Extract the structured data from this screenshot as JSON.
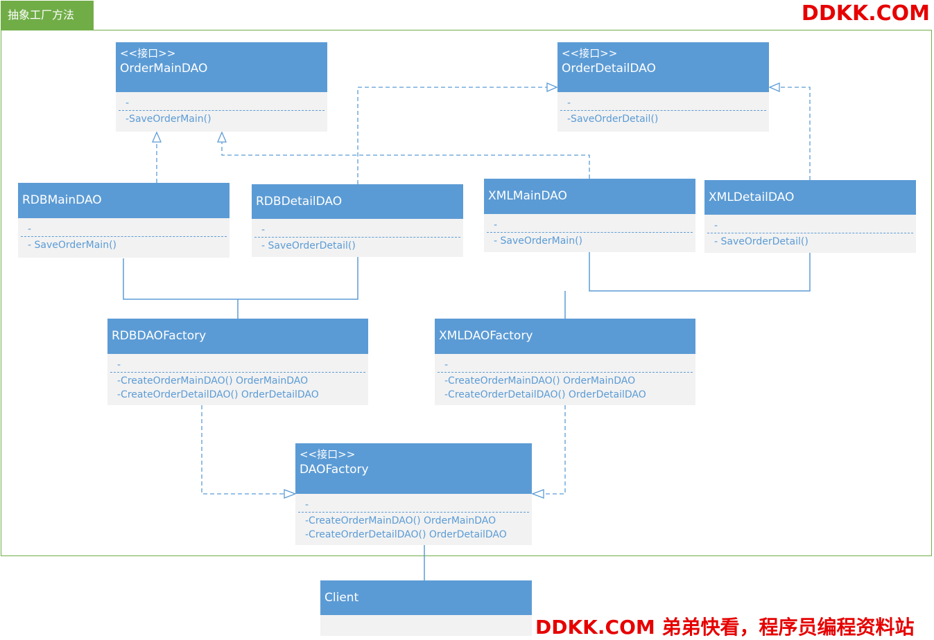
{
  "frame": {
    "title": "抽象工厂方法"
  },
  "watermarks": {
    "top": "DDKK.COM",
    "bottom": "DDKK.COM 弟弟快看，程序员编程资料站"
  },
  "classes": {
    "order_main_dao": {
      "stereotype": "<<接口>>",
      "name": "OrderMainDAO",
      "attr": "-",
      "ops": [
        "-SaveOrderMain()"
      ]
    },
    "order_detail_dao": {
      "stereotype": "<<接口>>",
      "name": "OrderDetailDAO",
      "attr": "-",
      "ops": [
        "-SaveOrderDetail()"
      ]
    },
    "rdb_main_dao": {
      "name": "RDBMainDAO",
      "attr": "-",
      "ops": [
        "- SaveOrderMain()"
      ]
    },
    "rdb_detail_dao": {
      "name": "RDBDetailDAO",
      "attr": "-",
      "ops": [
        "- SaveOrderDetail()"
      ]
    },
    "xml_main_dao": {
      "name": "XMLMainDAO",
      "attr": "-",
      "ops": [
        "- SaveOrderMain()"
      ]
    },
    "xml_detail_dao": {
      "name": "XMLDetailDAO",
      "attr": "-",
      "ops": [
        "- SaveOrderDetail()"
      ]
    },
    "rdb_dao_factory": {
      "name": "RDBDAOFactory",
      "attr": "-",
      "ops": [
        "-CreateOrderMainDAO() OrderMainDAO",
        "-CreateOrderDetailDAO() OrderDetailDAO"
      ]
    },
    "xml_dao_factory": {
      "name": "XMLDAOFactory",
      "attr": "-",
      "ops": [
        "-CreateOrderMainDAO() OrderMainDAO",
        "-CreateOrderDetailDAO() OrderDetailDAO"
      ]
    },
    "dao_factory": {
      "stereotype": "<<接口>>",
      "name": "DAOFactory",
      "attr": "-",
      "ops": [
        "-CreateOrderMainDAO() OrderMainDAO",
        "-CreateOrderDetailDAO() OrderDetailDAO"
      ]
    },
    "client": {
      "name": "Client"
    }
  },
  "colors": {
    "header": "#5b9bd5",
    "body": "#f2f2f2",
    "frame": "#70ad47",
    "watermark": "#e60000"
  }
}
